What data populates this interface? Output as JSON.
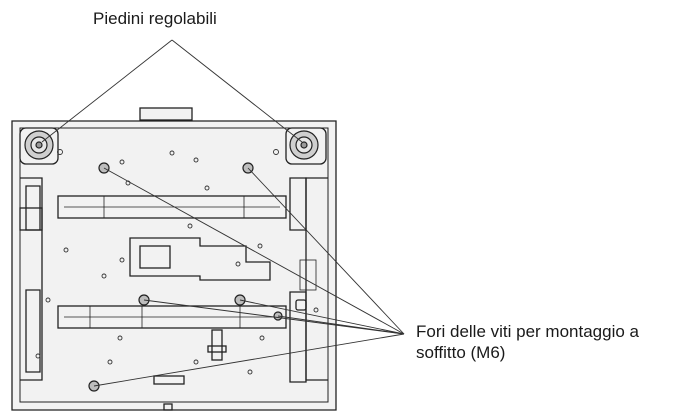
{
  "labels": {
    "adjustable_feet": "Piedini regolabili",
    "mount_holes_line1": "Fori delle viti per montaggio a",
    "mount_holes_line2": "soffitto (M6)"
  },
  "colors": {
    "outline": "#222222",
    "body_fill": "#f2f2f2",
    "detail": "#333333"
  }
}
